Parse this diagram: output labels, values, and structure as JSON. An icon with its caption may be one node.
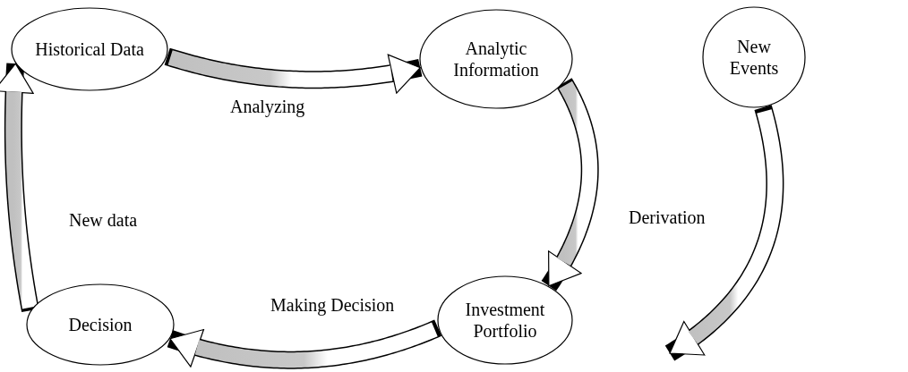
{
  "diagram": {
    "nodes": [
      {
        "text": [
          "Historical Data"
        ]
      },
      {
        "text": [
          "Analytic Information"
        ]
      },
      {
        "text": [
          "New Events"
        ]
      },
      {
        "text": [
          "Investment Portfolio"
        ]
      },
      {
        "text": [
          "Decision"
        ]
      }
    ],
    "edges": [
      {
        "from": 0,
        "to": 1,
        "arrow": "to",
        "label": "Analyzing"
      },
      {
        "from": 1,
        "to": 3,
        "arrow": "to",
        "label": "Derivation"
      },
      {
        "from": 3,
        "to": 4,
        "arrow": "to",
        "label": "Making Decision"
      },
      {
        "from": 4,
        "to": 0,
        "arrow": "to",
        "label": "New data"
      },
      {
        "from": 2,
        "to": null,
        "arrow": "to"
      }
    ]
  }
}
